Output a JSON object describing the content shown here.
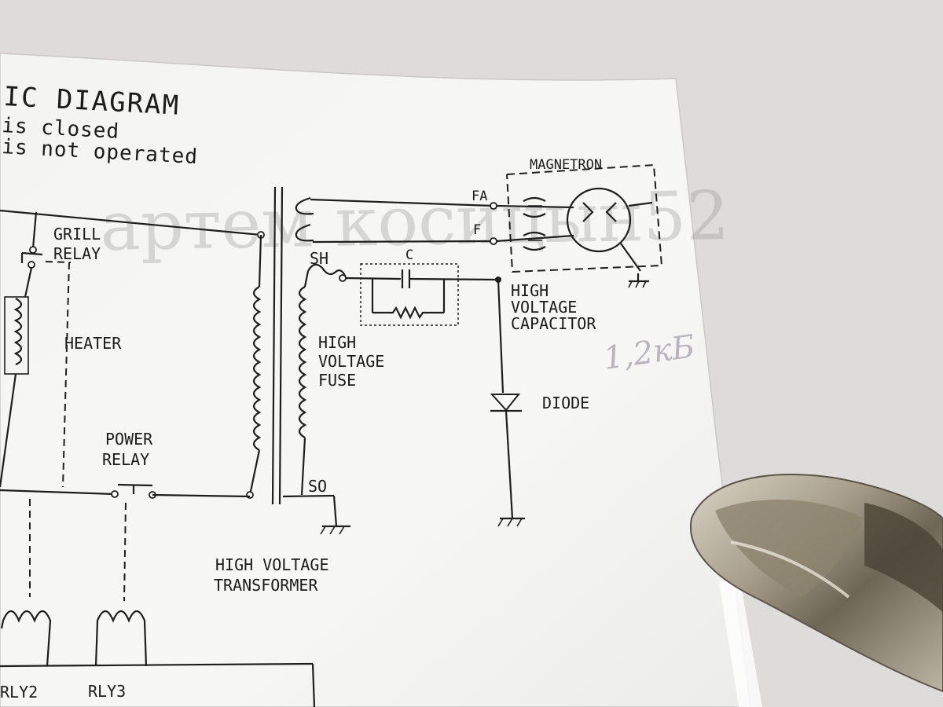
{
  "diagram": {
    "title": "IC  DIAGRAM",
    "header_line1": "is closed",
    "header_line2": "is not operated",
    "watermark": "артем косицын52",
    "handwritten_note": "1,2кБ",
    "labels": {
      "grill_relay_1": "GRILL",
      "grill_relay_2": "RELAY",
      "heater": "HEATER",
      "power_relay_1": "POWER",
      "power_relay_2": "RELAY",
      "hv_transformer_1": "HIGH VOLTAGE",
      "hv_transformer_2": "TRANSFORMER",
      "sh": "SH",
      "so": "SO",
      "hv_fuse_1": "HIGH",
      "hv_fuse_2": "VOLTAGE",
      "hv_fuse_3": "FUSE",
      "capacitor_c": "C",
      "hv_capacitor_1": "HIGH",
      "hv_capacitor_2": "VOLTAGE",
      "hv_capacitor_3": "CAPACITOR",
      "diode": "DIODE",
      "fa": "FA",
      "f": "F",
      "magnetron": "MAGNETRON",
      "rly2": "RLY2",
      "rly3": "RLY3"
    }
  }
}
